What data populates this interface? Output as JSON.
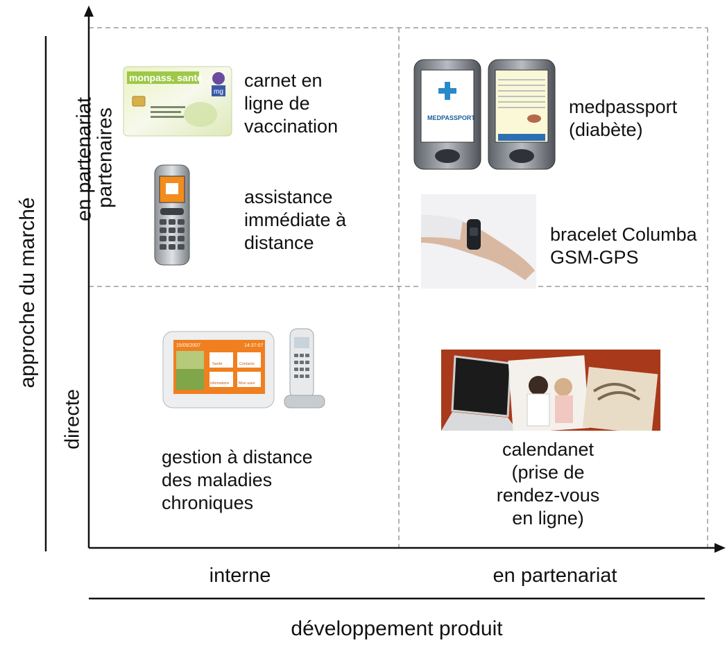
{
  "axes": {
    "x_title": "développement produit",
    "y_title": "approche du marché",
    "x_left": "interne",
    "x_right": "en partenariat",
    "y_top_a": "en partenariat",
    "y_top_b": "partenaires",
    "y_bottom": "directe"
  },
  "quadrants": {
    "top_left": [
      {
        "label_lines": [
          "carnet en",
          "ligne de",
          "vaccination"
        ],
        "image": "monpass-sante-card",
        "card_brand": "monpass. santé",
        "card_badge": "mg"
      },
      {
        "label_lines": [
          "assistance",
          "immédiate à",
          "distance"
        ],
        "image": "mobile-phone"
      }
    ],
    "top_right": [
      {
        "label_lines": [
          "medpassport",
          "(diabète)"
        ],
        "image": "pda-devices",
        "device_brand": "MEDPASSPORT"
      },
      {
        "label_lines": [
          "bracelet Columba",
          "GSM-GPS"
        ],
        "image": "wrist-bracelet"
      }
    ],
    "bottom_left": [
      {
        "label_lines": [
          "gestion à distance",
          "des maladies",
          "chroniques"
        ],
        "image": "home-terminal",
        "screen_time": "14:37:07",
        "screen_date": "15/05/2007",
        "tiles": [
          "Santé",
          "Contacts",
          "Informations",
          "Mon suivi"
        ]
      }
    ],
    "bottom_right": [
      {
        "label_lines": [
          "calendanet",
          "(prise de",
          "rendez-vous",
          "en ligne)"
        ],
        "image": "laptop-doctor-calendar"
      }
    ]
  },
  "colors": {
    "axis": "#111111",
    "grid": "#9a9a9a",
    "accent_orange": "#e07a1c",
    "brick": "#a8391a"
  }
}
